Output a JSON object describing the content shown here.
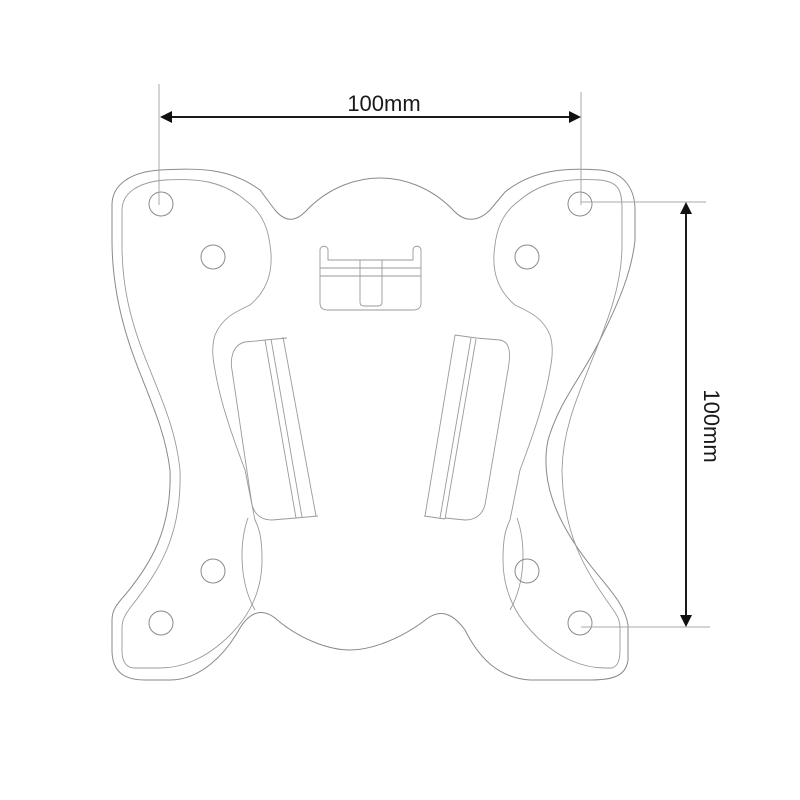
{
  "diagram": {
    "type": "technical-drawing",
    "subject": "VESA wall mount bracket plate",
    "colors": {
      "background": "#ffffff",
      "outline": "#8a8a8a",
      "dimension": "#1a1a1a",
      "extension": "#a8a8a8"
    },
    "dimensions": {
      "horizontal": {
        "label": "100mm",
        "orientation": "horizontal"
      },
      "vertical": {
        "label": "100mm",
        "orientation": "vertical"
      }
    },
    "features": {
      "mounting_holes_outer": 4,
      "mounting_holes_inner": 4,
      "slots": 2,
      "latch_clip": 1
    }
  }
}
